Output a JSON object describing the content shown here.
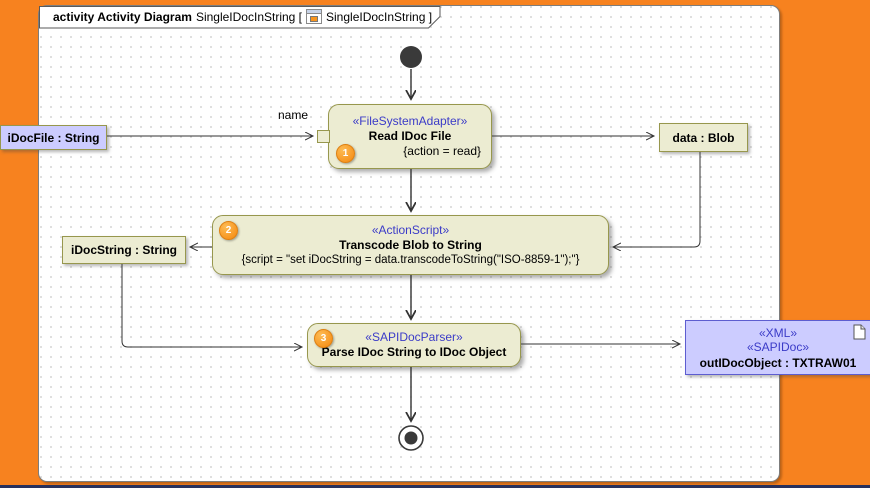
{
  "frame": {
    "title_bold": "activity Activity Diagram",
    "title_name": "SingleIDocInString [",
    "title_tail": "SingleIDocInString ]"
  },
  "actions": [
    {
      "badge": "1",
      "stereotype": "«FileSystemAdapter»",
      "name": "Read IDoc File",
      "constraint": "{action = read}",
      "pin_label": "name"
    },
    {
      "badge": "2",
      "stereotype": "«ActionScript»",
      "name": "Transcode Blob to String",
      "constraint": "{script = \"set iDocString = data.transcodeToString(\"ISO-8859-1\");\"}"
    },
    {
      "badge": "3",
      "stereotype": "«SAPIDocParser»",
      "name": "Parse IDoc String to IDoc Object"
    }
  ],
  "objects": {
    "idocfile": {
      "label": "iDocFile : String"
    },
    "datablob": {
      "label": "data : Blob"
    },
    "idocstring": {
      "label": "iDocString : String"
    },
    "outdoc": {
      "stereotype1": "«XML»",
      "stereotype2": "«SAPIDoc»",
      "label": "outIDocObject : TXTRAW01"
    }
  },
  "colors": {
    "background_orange": "#F7821F",
    "action_fill": "#ECECD2",
    "action_border": "#97974D",
    "object_fill_lavender": "#CCCCFF",
    "object_border_indigo": "#5D5DD0",
    "stereotype_blue": "#3B3BC8",
    "badge_orange": "#F7941E",
    "edge_color": "#333333",
    "bottom_strip_navy": "#27305C"
  }
}
